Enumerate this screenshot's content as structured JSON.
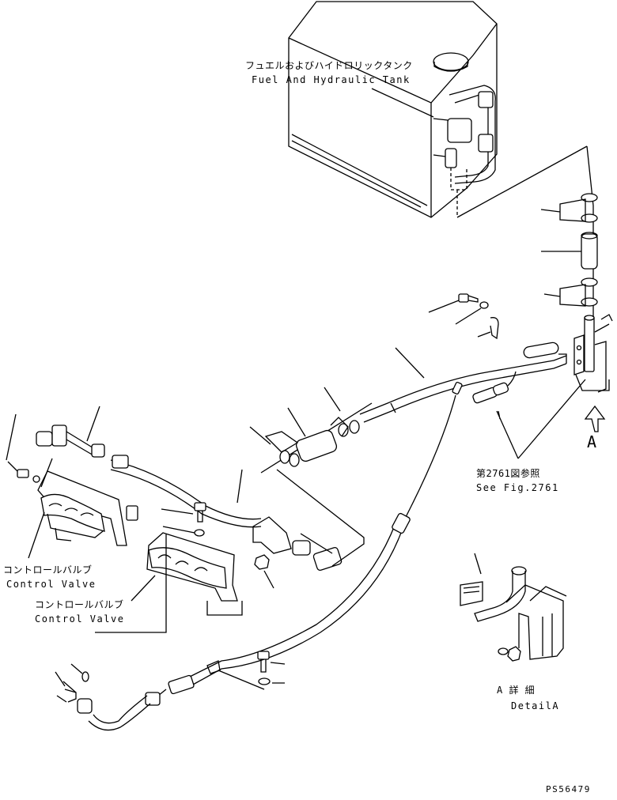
{
  "labels": {
    "tank_jp": "フュエルおよびハイドロリックタンク",
    "tank_en": "Fuel And Hydraulic Tank",
    "valve1_jp": "コントロールバルブ",
    "valve1_en": "Control Valve",
    "valve2_jp": "コントロールバルブ",
    "valve2_en": "Control Valve",
    "seefig_jp": "第2761図参照",
    "seefig_en": "See Fig.2761",
    "view_letter": "A",
    "detail_jp": "A 詳 細",
    "detail_en": "DetailA",
    "drawing_number": "PS56479"
  },
  "colors": {
    "line": "#000000",
    "background": "#ffffff"
  }
}
